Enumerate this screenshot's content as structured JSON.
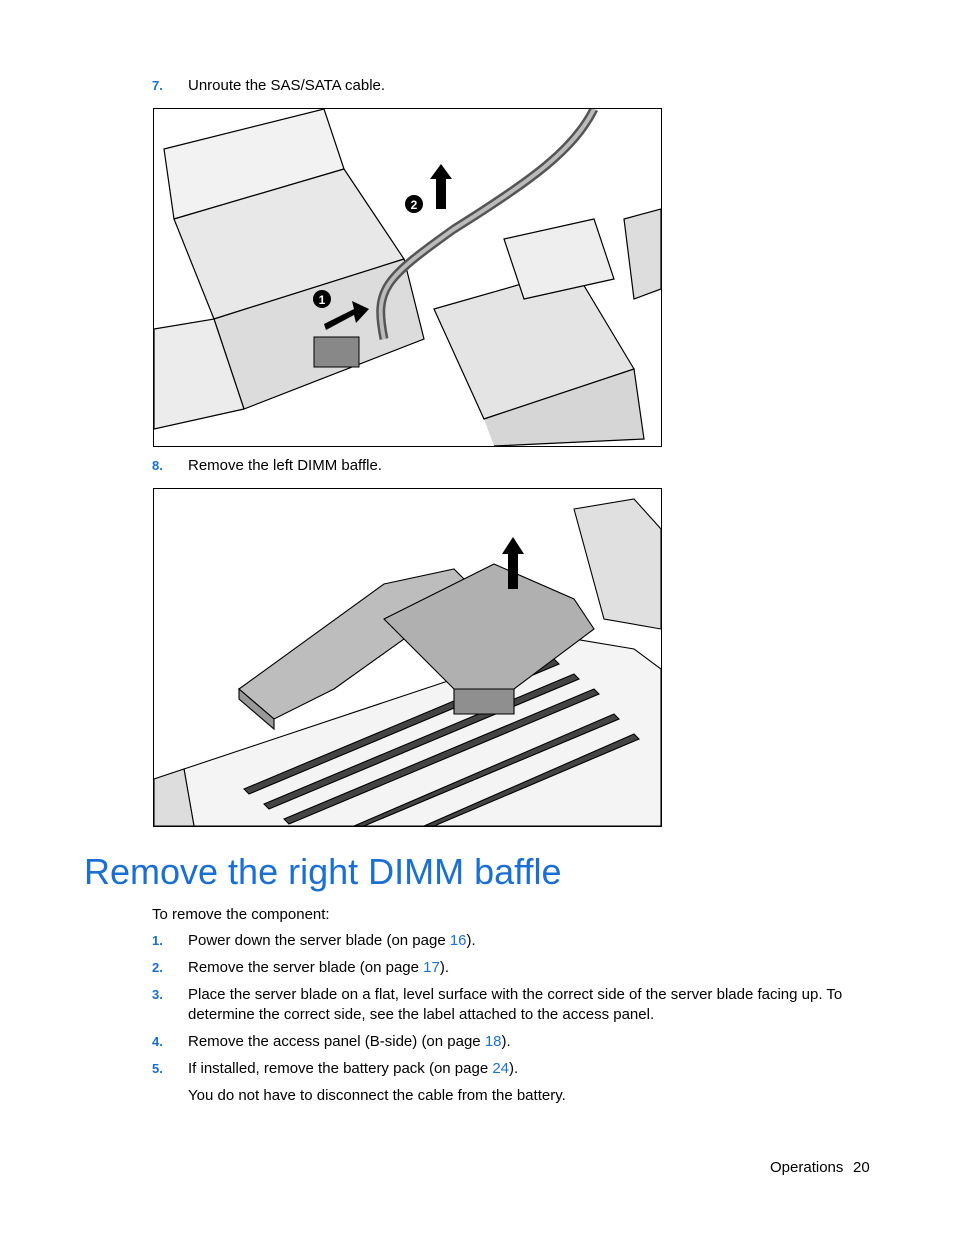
{
  "steps_top": [
    {
      "num": "7.",
      "text": "Unroute the SAS/SATA cable."
    },
    {
      "num": "8.",
      "text": "Remove the left DIMM baffle."
    }
  ],
  "callouts": [
    "1",
    "2"
  ],
  "section_title": "Remove the right DIMM baffle",
  "intro": "To remove the component:",
  "steps": [
    {
      "num": "1.",
      "before": "Power down the server blade (on page ",
      "link": "16",
      "after": ")."
    },
    {
      "num": "2.",
      "before": "Remove the server blade (on page ",
      "link": "17",
      "after": ")."
    },
    {
      "num": "3.",
      "line1": "Place the server blade on a flat, level surface with the correct side of the server blade facing up. To",
      "line2": "determine the correct side, see the label attached to the access panel."
    },
    {
      "num": "4.",
      "before": "Remove the access panel (B-side) (on page ",
      "link": "18",
      "after": ")."
    },
    {
      "num": "5.",
      "before": "If installed, remove the battery pack (on page ",
      "link": "24",
      "after": ")."
    }
  ],
  "note": "You do not have to disconnect the cable from the battery.",
  "footer": {
    "section": "Operations",
    "page": "20"
  }
}
